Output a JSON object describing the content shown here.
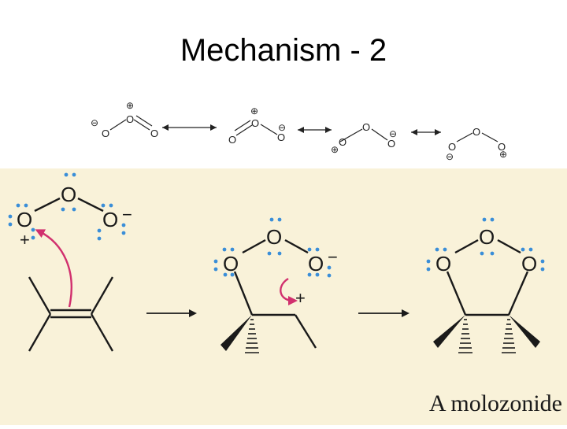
{
  "slide": {
    "title": "Mechanism - 2"
  },
  "resonance": {
    "atom": "O",
    "plus": "⊕",
    "minus": "⊖"
  },
  "mechanism": {
    "atom": "O",
    "plus": "+",
    "minus": "−",
    "product_label": "A molozonide"
  },
  "colors": {
    "background_panel": "#f9f2d9",
    "lone_pair_dots": "#3a8ed8",
    "curved_arrow": "#d1306e",
    "bonds": "#1a1a1a"
  }
}
